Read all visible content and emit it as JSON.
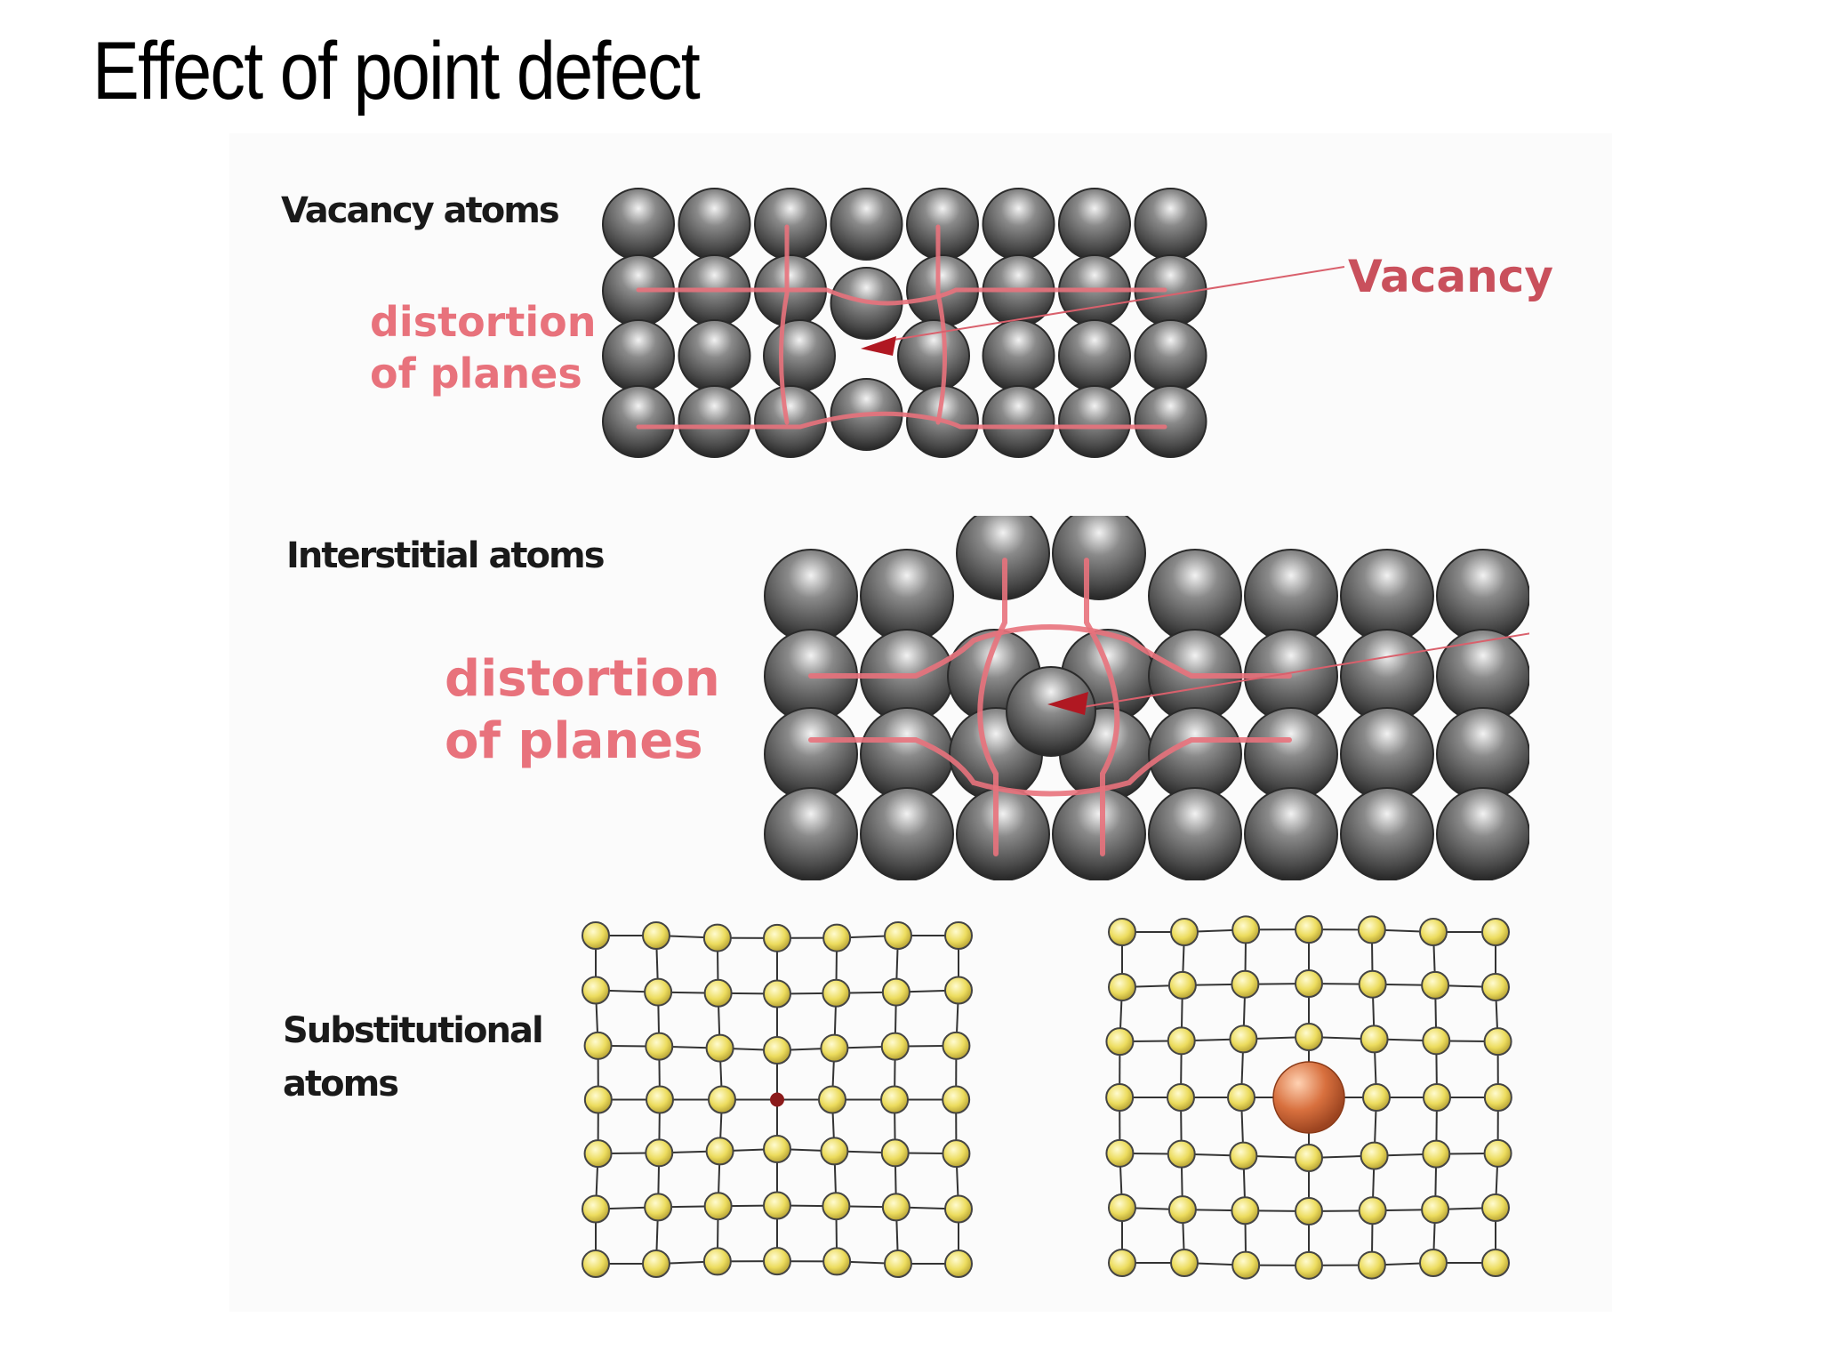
{
  "title": "Effect of point defect",
  "figure": {
    "vacancy": {
      "label": "Vacancy atoms",
      "distortion_line1": "distortion",
      "distortion_line2": "of planes",
      "callout": "Vacancy"
    },
    "interstitial": {
      "label": "Interstitial atoms",
      "distortion_line1": "distortion",
      "distortion_line2": "of planes"
    },
    "substitutional": {
      "label_line1": "Substitutional",
      "label_line2": "atoms"
    }
  },
  "colors": {
    "atom_gray": "#555555",
    "distortion_red": "#e8727c",
    "lattice_atom_yellow": "#ecdc5e",
    "substitute_atom_orange": "#d8703e",
    "small_defect_atom": "#8b1a1a"
  }
}
